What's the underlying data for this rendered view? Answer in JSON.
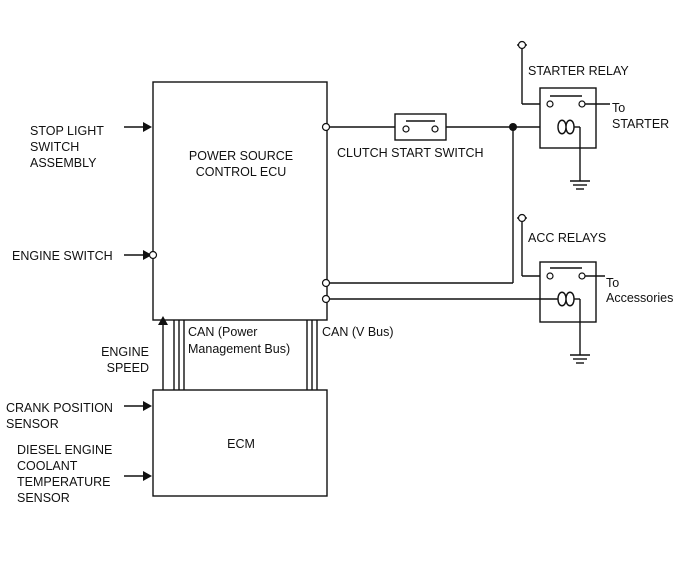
{
  "blocks": {
    "power_ecu": [
      "POWER SOURCE",
      "CONTROL ECU"
    ],
    "ecm": "ECM"
  },
  "inputs": {
    "stop_light": [
      "STOP LIGHT",
      "SWITCH",
      "ASSEMBLY"
    ],
    "engine_switch": "ENGINE SWITCH",
    "crank_position": [
      "CRANK POSITION",
      "SENSOR"
    ],
    "coolant_temp": [
      "DIESEL ENGINE",
      "COOLANT",
      "TEMPERATURE",
      "SENSOR"
    ]
  },
  "signals": {
    "engine_speed": [
      "ENGINE",
      "SPEED"
    ],
    "can_power": [
      "CAN (Power",
      "Management Bus)"
    ],
    "can_vbus": "CAN (V Bus)"
  },
  "components": {
    "clutch_switch": "CLUTCH START SWITCH",
    "starter_relay": "STARTER RELAY",
    "starter_output": [
      "To",
      "STARTER"
    ],
    "acc_relays": "ACC RELAYS",
    "acc_output": [
      "To",
      "Accessories"
    ]
  }
}
